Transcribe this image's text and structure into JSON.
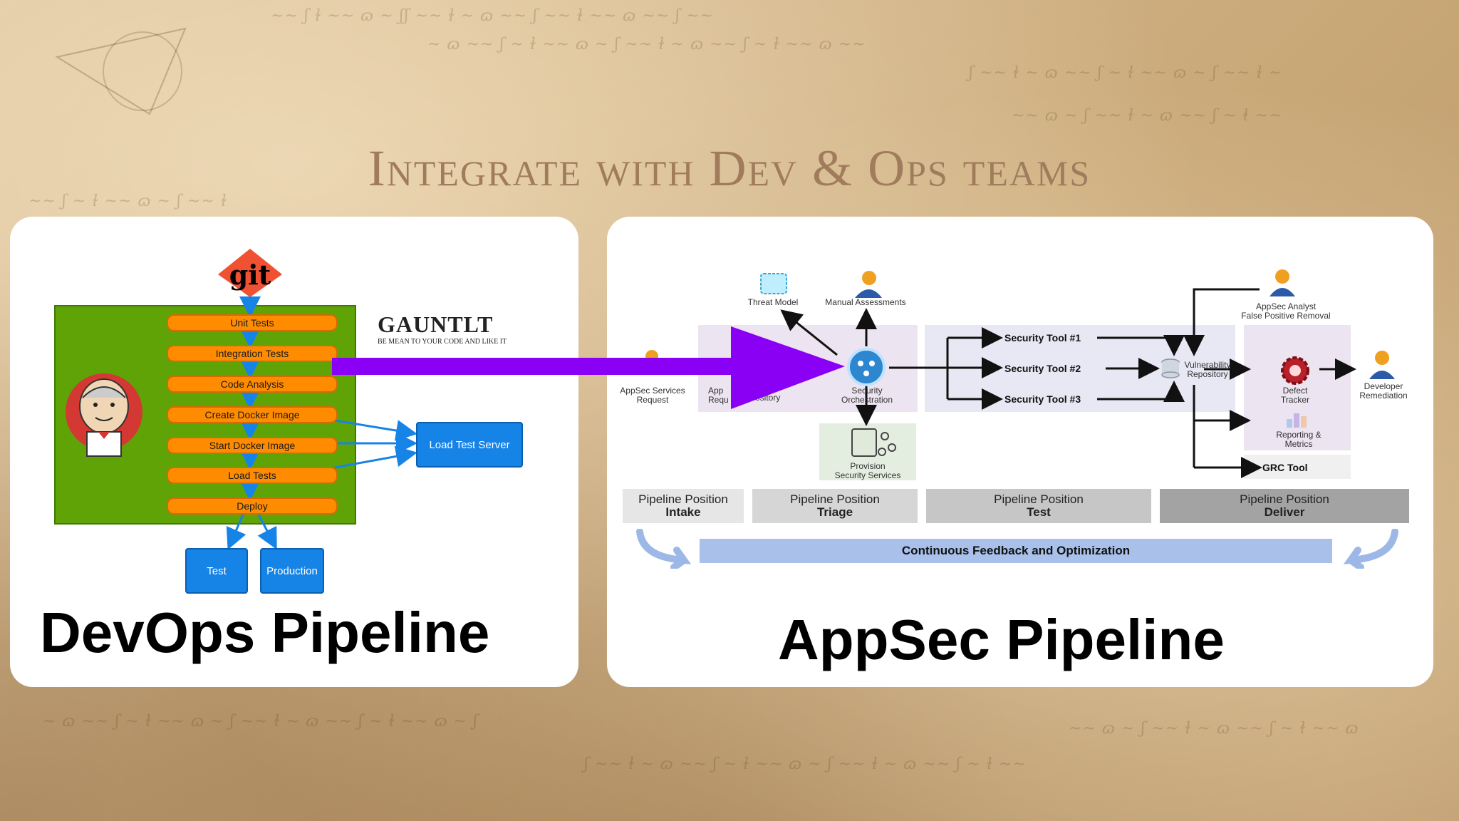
{
  "title": "Integrate with Dev & Ops teams",
  "devops": {
    "git_logo": "git",
    "gauntlt_name": "GAUNTLT",
    "gauntlt_tagline": "BE MEAN TO YOUR CODE AND LIKE IT",
    "stages": [
      "Unit Tests",
      "Integration Tests",
      "Code Analysis",
      "Create Docker Image",
      "Start Docker Image",
      "Load Tests",
      "Deploy"
    ],
    "load_test_server": "Load Test Server",
    "targets": [
      "Test",
      "Production"
    ],
    "caption": "DevOps Pipeline"
  },
  "appsec": {
    "threat_model": "Threat Model",
    "manual_assessments": "Manual Assessments",
    "services_request_line1": "AppSec Services",
    "services_request_line2": "Request",
    "app_request_partial_line1": "App",
    "app_request_partial_line2": "Requ",
    "repository_partial": "ository",
    "orchestration_line1": "Security",
    "orchestration_line2": "Orchestration",
    "provision_line1": "Provision",
    "provision_line2": "Security Services",
    "tools": [
      "Security Tool #1",
      "Security Tool #2",
      "Security Tool #3"
    ],
    "vuln_repo_line1": "Vulnerability",
    "vuln_repo_line2": "Repository",
    "analyst_line1": "AppSec Analyst",
    "analyst_line2": "False Positive Removal",
    "defect_line1": "Defect",
    "defect_line2": "Tracker",
    "reporting_line1": "Reporting &",
    "reporting_line2": "Metrics",
    "developer_line1": "Developer",
    "developer_line2": "Remediation",
    "grc_tool": "GRC Tool",
    "positions": [
      {
        "line1": "Pipeline Position",
        "line2": "Intake",
        "color": "#e6e6e6"
      },
      {
        "line1": "Pipeline Position",
        "line2": "Triage",
        "color": "#d6d6d6"
      },
      {
        "line1": "Pipeline Position",
        "line2": "Test",
        "color": "#c6c6c6"
      },
      {
        "line1": "Pipeline Position",
        "line2": "Deliver",
        "color": "#a3a3a3"
      }
    ],
    "feedback": "Continuous Feedback and Optimization",
    "caption": "AppSec Pipeline"
  },
  "colors": {
    "arrow": "#8a00f5",
    "stage": "#ff8c00",
    "pipeline_bg": "#5fa307",
    "button_blue": "#1683e6",
    "feedback_bar": "#a8c0ea"
  }
}
